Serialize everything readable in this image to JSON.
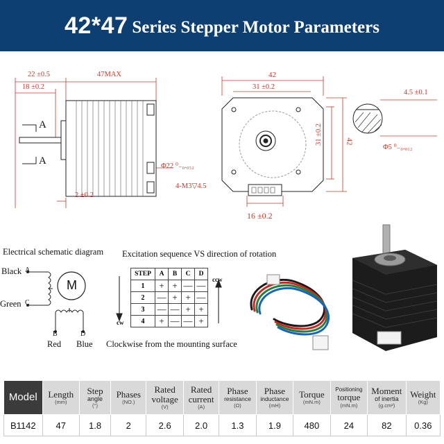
{
  "header": {
    "title_big": "42*47",
    "title_rest": "Series Stepper Motor Parameters"
  },
  "drawing": {
    "side_view": {
      "dim_22": "22 ±0.5",
      "dim_47max": "47MAX",
      "dim_18": "18 ±0.2",
      "dim_2": "2 ±0.2",
      "section_label": "A",
      "shaft_dia": "Φ22 ⁰₋₀.₀₅₂"
    },
    "front_view": {
      "dim_42_top": "42",
      "dim_31_top": "31 ±0.2",
      "dim_31_side": "31 ±0.2",
      "dim_42_side": "42",
      "screw": "4-M3▽4.5",
      "connector": "16 ±0.2"
    },
    "shaft_section": {
      "flat": "4.5 ±0.1",
      "dia": "Φ5 ⁰₋₀.₀₁₂"
    }
  },
  "schematic": {
    "title": "Electrical schematic diagram",
    "motor_letter": "M",
    "wires": {
      "black": "Black",
      "black_pin": "A",
      "green": "Green",
      "green_pin": "C",
      "b_pin": "B",
      "d_pin": "D",
      "red": "Red",
      "blue": "Blue"
    }
  },
  "sequence": {
    "title": "Excitation sequence VS direction of rotation",
    "columns": [
      "STEP",
      "A",
      "B",
      "C",
      "D"
    ],
    "rows": [
      [
        "1",
        "+",
        "+",
        "—",
        "—"
      ],
      [
        "2",
        "—",
        "+",
        "+",
        "—"
      ],
      [
        "3",
        "—",
        "—",
        "+",
        "+"
      ],
      [
        "4",
        "+",
        "—",
        "—",
        "+"
      ]
    ],
    "ccw": "ccw",
    "cw": "cw",
    "footnote": "Clockwise from the mounting surface"
  },
  "params": {
    "headers": [
      {
        "main": "Model",
        "sub": ""
      },
      {
        "main": "Length",
        "sub": "(mm)"
      },
      {
        "main": "Step",
        "main2": "angle",
        "sub": "(°)"
      },
      {
        "main": "Phases",
        "sub": "(NO.)"
      },
      {
        "main": "Rated",
        "main2": "voltage",
        "sub": "(V)"
      },
      {
        "main": "Rated",
        "main2": "current",
        "sub": "(A)"
      },
      {
        "main": "Phase",
        "main2": "resistance",
        "sub": "(Ω)"
      },
      {
        "main": "Phase",
        "main2": "inductance",
        "sub": "(mH)"
      },
      {
        "main": "Torque",
        "sub": "(mN.m)"
      },
      {
        "main": "Positioning",
        "main2": "torque",
        "sub": "(mN.m)"
      },
      {
        "main": "Moment",
        "main2": "of inertia",
        "sub": "(g.cm²)"
      },
      {
        "main": "Weight",
        "sub": "(Kg)"
      }
    ],
    "row": [
      "B1142",
      "47",
      "1.8",
      "2",
      "2.6",
      "2.0",
      "1.3",
      "1.9",
      "480",
      "24",
      "82",
      "0.36"
    ]
  }
}
